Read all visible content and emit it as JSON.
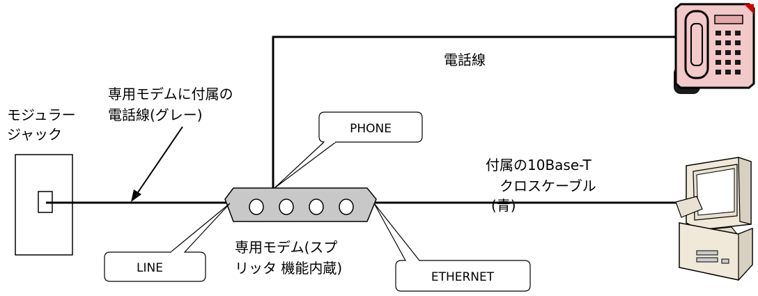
{
  "labels": {
    "jack_line1": "モジュラー",
    "jack_line2": "ジャック",
    "cable_gray_line1": "専用モデムに付属の",
    "cable_gray_line2": "電話線(グレー)",
    "phone_line": "電話線",
    "lan_cable_line1": "付属の10Base-T",
    "lan_cable_line2": "クロスケーブル",
    "lan_cable_line3": "(青)",
    "modem_line1": "専用モデム(スプ",
    "modem_line2": "リッタ 機能内蔵)"
  },
  "callouts": {
    "phone": "PHONE",
    "line": "LINE",
    "ethernet": "ETHERNET"
  },
  "modem": {
    "port_count": 4
  },
  "colors": {
    "phone_body": "#f2c8c8",
    "phone_accent": "#d40000",
    "modem_body": "#c8c8c8",
    "pc_body": "#f0e8d8",
    "pc_screen": "#ffffff"
  }
}
